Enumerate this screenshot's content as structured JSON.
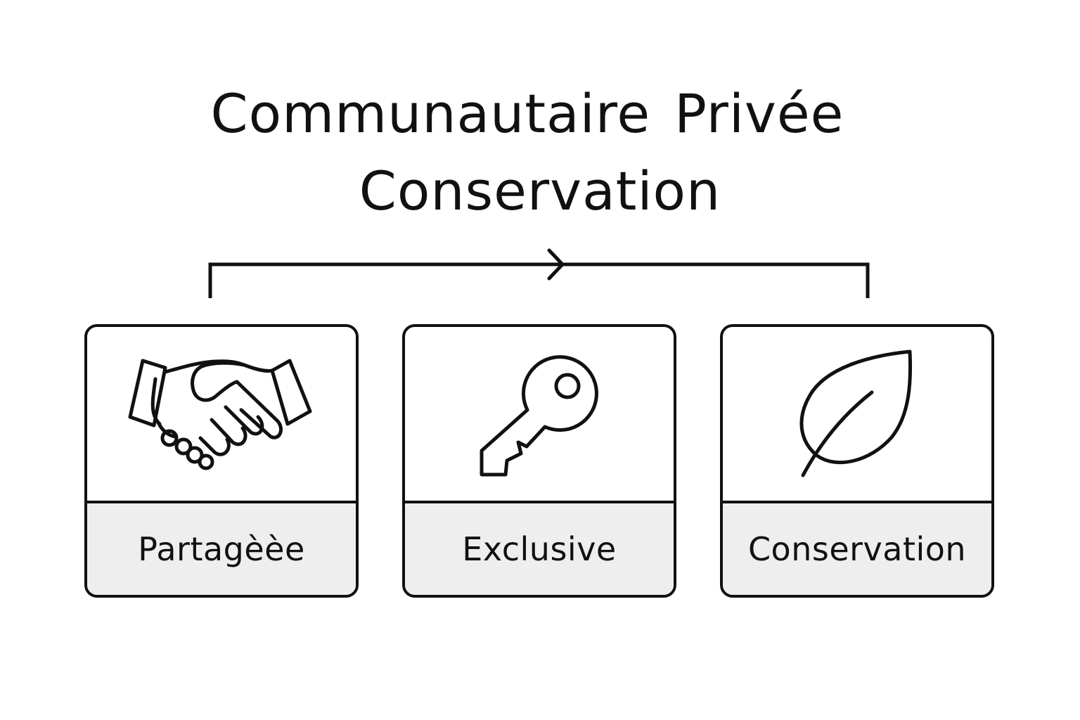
{
  "title": {
    "line1_left": "Communautaire",
    "line1_right": "Privée",
    "line2": "Conservation"
  },
  "cards": [
    {
      "label": "Partagèèe",
      "icon": "handshake-icon"
    },
    {
      "label": "Exclusive",
      "icon": "key-icon"
    },
    {
      "label": "Conservation",
      "icon": "leaf-icon"
    }
  ],
  "colors": {
    "stroke": "#111111",
    "label_background": "#eeeeee",
    "background": "#ffffff"
  }
}
